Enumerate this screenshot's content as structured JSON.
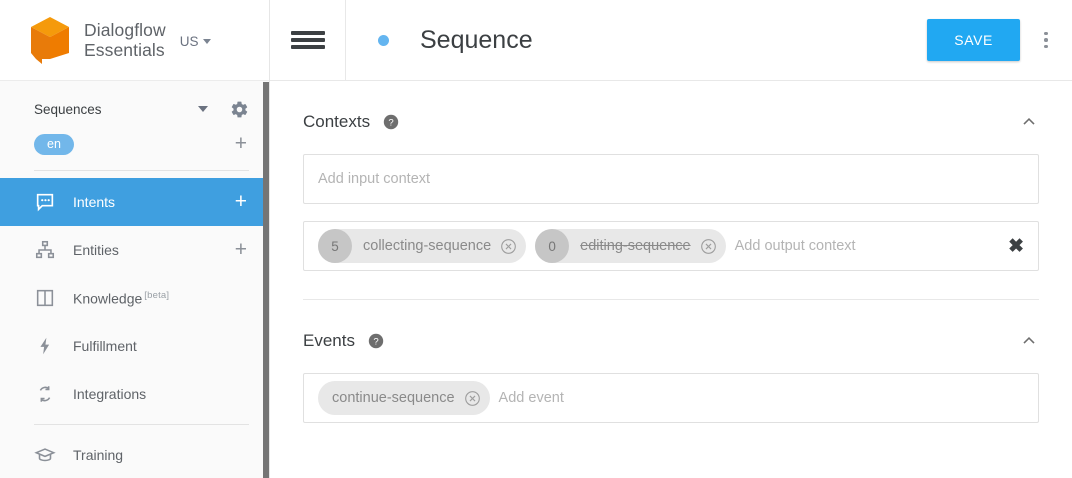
{
  "brand": {
    "name": "Dialogflow\nEssentials",
    "logo_icon": "dialogflow-cube-logo",
    "region": "US",
    "region_caret_icon": "caret-down-icon"
  },
  "sidebar": {
    "agent": {
      "name": "Sequences",
      "caret_icon": "caret-down-icon",
      "settings_icon": "gear-icon"
    },
    "language": {
      "code": "en",
      "add_icon": "plus-icon"
    },
    "items": [
      {
        "label": "Intents",
        "icon": "speech-bubble-icon",
        "active": true,
        "plus": "+"
      },
      {
        "label": "Entities",
        "icon": "sitemap-icon",
        "active": false,
        "plus": "+"
      },
      {
        "label": "Knowledge",
        "icon": "book-icon",
        "active": false,
        "badge": "[beta]"
      },
      {
        "label": "Fulfillment",
        "icon": "bolt-icon",
        "active": false
      },
      {
        "label": "Integrations",
        "icon": "refresh-arrows-icon",
        "active": false
      },
      {
        "label": "Training",
        "icon": "graduation-cap-icon",
        "active": false
      }
    ]
  },
  "topbar": {
    "menu_icon": "hamburger-icon",
    "status_dot": "blue-status-dot",
    "title": "Sequence",
    "save_label": "SAVE",
    "more_icon": "kebab-menu-icon",
    "accent_color": "#21a8f2"
  },
  "contexts": {
    "title": "Contexts",
    "help_icon": "help-circle-icon",
    "collapse_icon": "chevron-up-icon",
    "input_placeholder": "Add input context",
    "output_placeholder": "Add output context",
    "clear_icon": "close-x-icon",
    "output_chips": [
      {
        "lifespan": "5",
        "label": "collecting-sequence",
        "struck": false,
        "remove_icon": "chip-remove-icon"
      },
      {
        "lifespan": "0",
        "label": "editing-sequence",
        "struck": true,
        "remove_icon": "chip-remove-icon"
      }
    ]
  },
  "events": {
    "title": "Events",
    "help_icon": "help-circle-icon",
    "collapse_icon": "chevron-up-icon",
    "placeholder": "Add event",
    "chips": [
      {
        "label": "continue-sequence",
        "remove_icon": "chip-remove-icon"
      }
    ]
  }
}
